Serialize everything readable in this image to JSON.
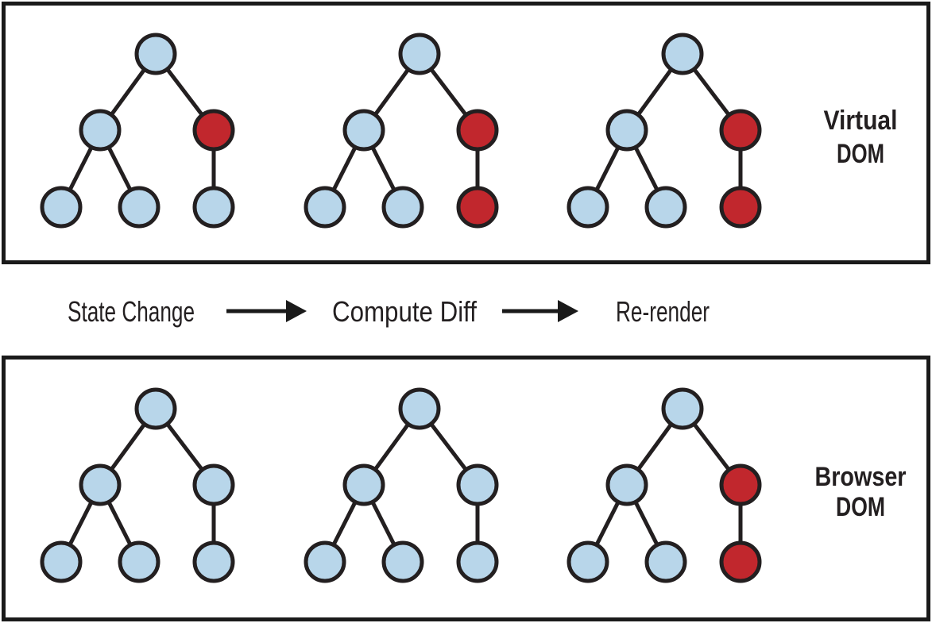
{
  "colors": {
    "node_blue": "#B8D6EA",
    "node_red": "#C1272D",
    "node_stroke": "#231F20",
    "edge_stroke": "#231F20",
    "panel_border": "#1A1A1A",
    "background": "#FFFFFF"
  },
  "panels": [
    {
      "id": "virtual-dom",
      "label_lines": [
        "Virtual",
        "DOM"
      ],
      "trees": [
        {
          "nodes": [
            "blue",
            "blue",
            "red",
            "blue",
            "blue",
            "blue"
          ]
        },
        {
          "nodes": [
            "blue",
            "blue",
            "red",
            "blue",
            "blue",
            "red"
          ]
        },
        {
          "nodes": [
            "blue",
            "blue",
            "red",
            "blue",
            "blue",
            "red"
          ]
        }
      ]
    },
    {
      "id": "browser-dom",
      "label_lines": [
        "Browser",
        "DOM"
      ],
      "trees": [
        {
          "nodes": [
            "blue",
            "blue",
            "blue",
            "blue",
            "blue",
            "blue"
          ]
        },
        {
          "nodes": [
            "blue",
            "blue",
            "blue",
            "blue",
            "blue",
            "blue"
          ]
        },
        {
          "nodes": [
            "blue",
            "blue",
            "red",
            "blue",
            "blue",
            "red"
          ]
        }
      ]
    }
  ],
  "process": {
    "steps": [
      "State Change",
      "Compute Diff",
      "Re-render"
    ],
    "arrow_icons": [
      "right-arrow",
      "right-arrow"
    ]
  }
}
